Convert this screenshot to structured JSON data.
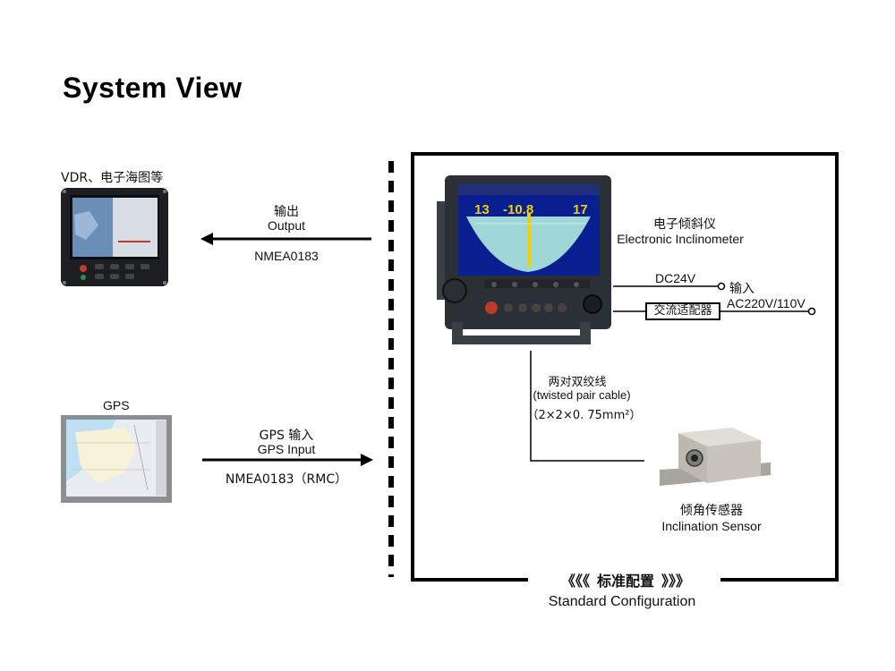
{
  "title": "System View",
  "devices": {
    "vdr": {
      "label": "VDR、电子海图等"
    },
    "gps": {
      "label": "GPS"
    },
    "inclinometer": {
      "label_zh": "电子倾斜仪",
      "label_en": "Electronic Inclinometer",
      "screen": {
        "left_value": "13",
        "center_value": "-10.8",
        "right_value": "17"
      }
    },
    "sensor": {
      "label_zh": "倾角传感器",
      "label_en": "Inclination Sensor"
    }
  },
  "connections": {
    "output": {
      "label_zh": "输出",
      "label_en": "Output",
      "protocol": "NMEA0183"
    },
    "gps_input": {
      "label_zh": "GPS 输入",
      "label_en": "GPS Input",
      "protocol": "NMEA0183（RMC）"
    },
    "cable": {
      "label_zh": "两对双绞线",
      "label_en": "(twisted pair cable)",
      "spec": "（2×2×0. 75mm²）"
    },
    "dc_power": {
      "label": "DC24V",
      "input_label": "输入"
    },
    "ac_power": {
      "adapter_label": "交流适配器",
      "label": "AC220V/110V"
    }
  },
  "standard_config": {
    "label_zh": "标准配置",
    "label_en": "Standard Configuration",
    "chevrons_left": "《《《",
    "chevrons_right": "》》》"
  },
  "colors": {
    "frame": "#000000",
    "device_body": "#2b2f36",
    "screen_blue": "#0a1f8f",
    "dial_cyan": "#9fd6d8",
    "pointer_yellow": "#f0d000",
    "sensor_metal": "#c8c4bc"
  }
}
